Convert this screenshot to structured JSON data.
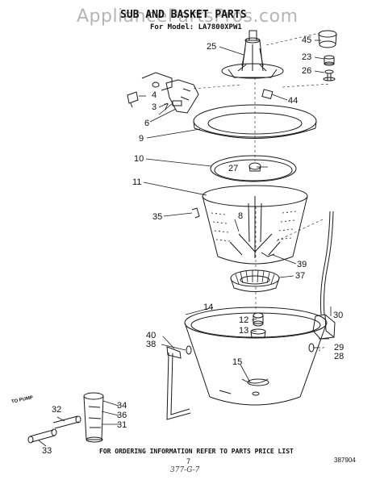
{
  "header": {
    "watermark": "AppliancePartsPros.com",
    "title": "SUB AND BASKET PARTS",
    "subtitle": "For Model: LA7800XPW1"
  },
  "callouts": {
    "c25": "25",
    "c45": "45",
    "c23": "23",
    "c26": "26",
    "c44": "44",
    "c4": "4",
    "c3": "3",
    "c7": "7",
    "c6": "6",
    "c9": "9",
    "c10": "10",
    "c27": "27",
    "c11": "11",
    "c8": "8",
    "c35": "35",
    "c39": "39",
    "c37": "37",
    "c30": "30",
    "c14": "14",
    "c12": "12",
    "c13": "13",
    "c40": "40",
    "c38": "38",
    "c29": "29",
    "c28": "28",
    "c15": "15",
    "c32": "32",
    "c34": "34",
    "c36": "36",
    "c31": "31",
    "c33": "33"
  },
  "labels": {
    "to_pump": "TO PUMP"
  },
  "footer": {
    "ordering_note": "FOR ORDERING INFORMATION REFER TO PARTS PRICE LIST",
    "page_number": "7",
    "doc_number": "387904",
    "handwritten": "377-G-7"
  }
}
